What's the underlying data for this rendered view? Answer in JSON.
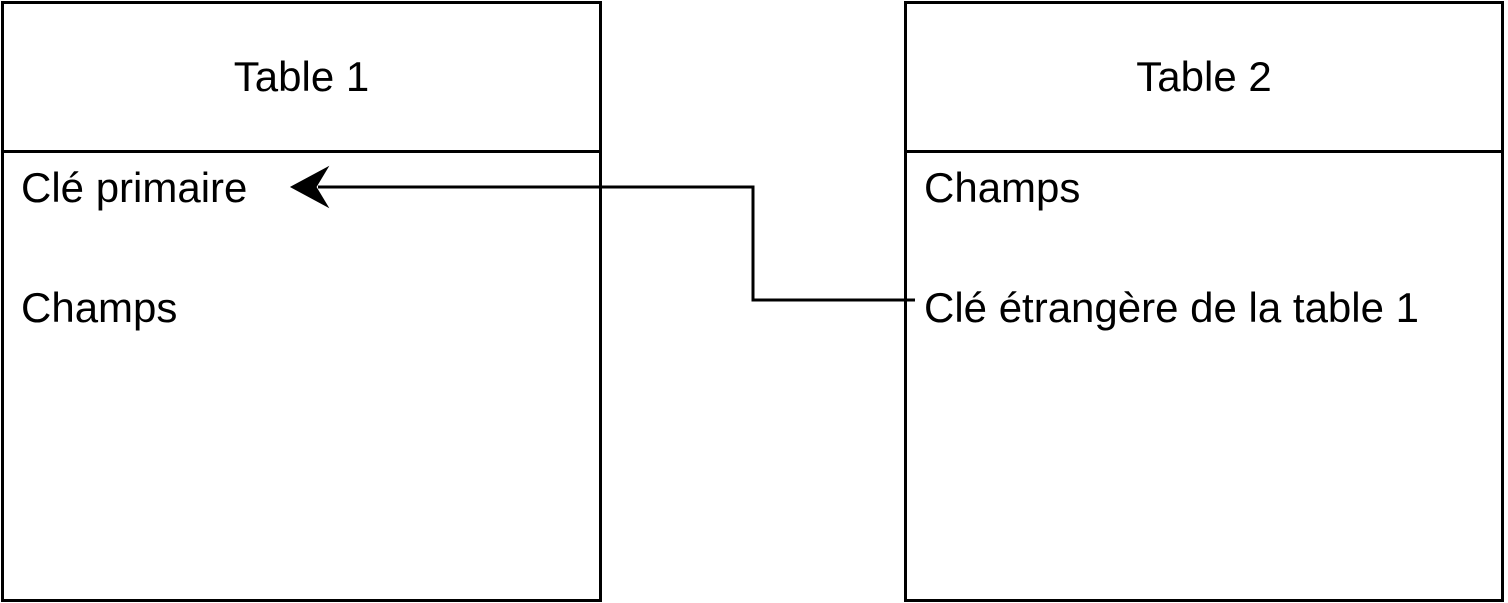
{
  "tables": [
    {
      "title": "Table 1",
      "fields": [
        "Clé primaire",
        "Champs"
      ]
    },
    {
      "title": "Table 2",
      "fields": [
        "Champs",
        "Clé étrangère de la table 1"
      ]
    }
  ],
  "relationship": {
    "from": "Clé étrangère de la table 1",
    "to": "Clé primaire",
    "arrowhead": "to"
  }
}
